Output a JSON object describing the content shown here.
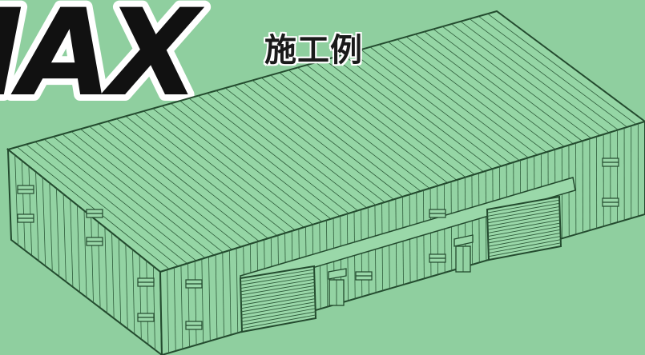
{
  "logo": {
    "text": "MAX"
  },
  "caption": {
    "text": "施工例"
  },
  "colors": {
    "background": "#8fcf9f",
    "building_fill": "#93d3a3",
    "line": "#234a2e",
    "logo_fill": "#111111",
    "logo_outline": "#ffffff"
  },
  "illustration": {
    "subject": "steel-frame-warehouse",
    "shutter_doors": 2,
    "entry_doors": 2
  }
}
